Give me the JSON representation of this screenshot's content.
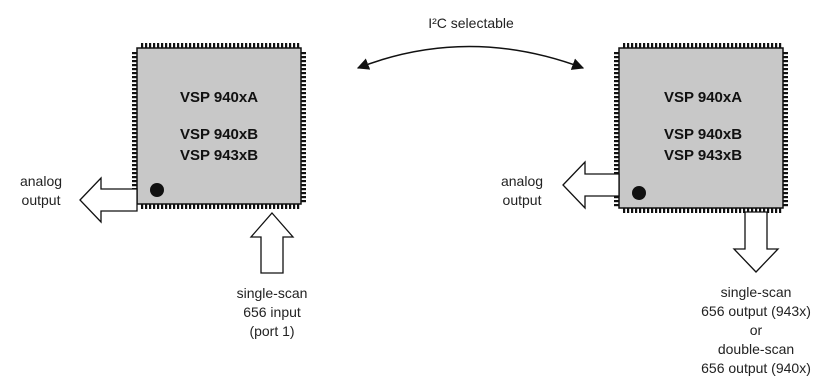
{
  "selector": {
    "label": "I²C selectable"
  },
  "left_chip": {
    "lines": [
      "VSP 940xA",
      "VSP 940xB",
      "VSP 943xB"
    ],
    "analog_label": [
      "analog",
      "output"
    ],
    "input_label": [
      "single-scan",
      "656 input",
      "(port 1)"
    ]
  },
  "right_chip": {
    "lines": [
      "VSP 940xA",
      "VSP 940xB",
      "VSP 943xB"
    ],
    "analog_label": [
      "analog",
      "output"
    ],
    "output_label": [
      "single-scan",
      "656 output (943x)",
      "or",
      "double-scan",
      "656 output (940x)"
    ]
  },
  "colors": {
    "chip_fill": "#c8c8c8",
    "chip_stroke": "#111111",
    "arrow_fill": "#ffffff"
  }
}
